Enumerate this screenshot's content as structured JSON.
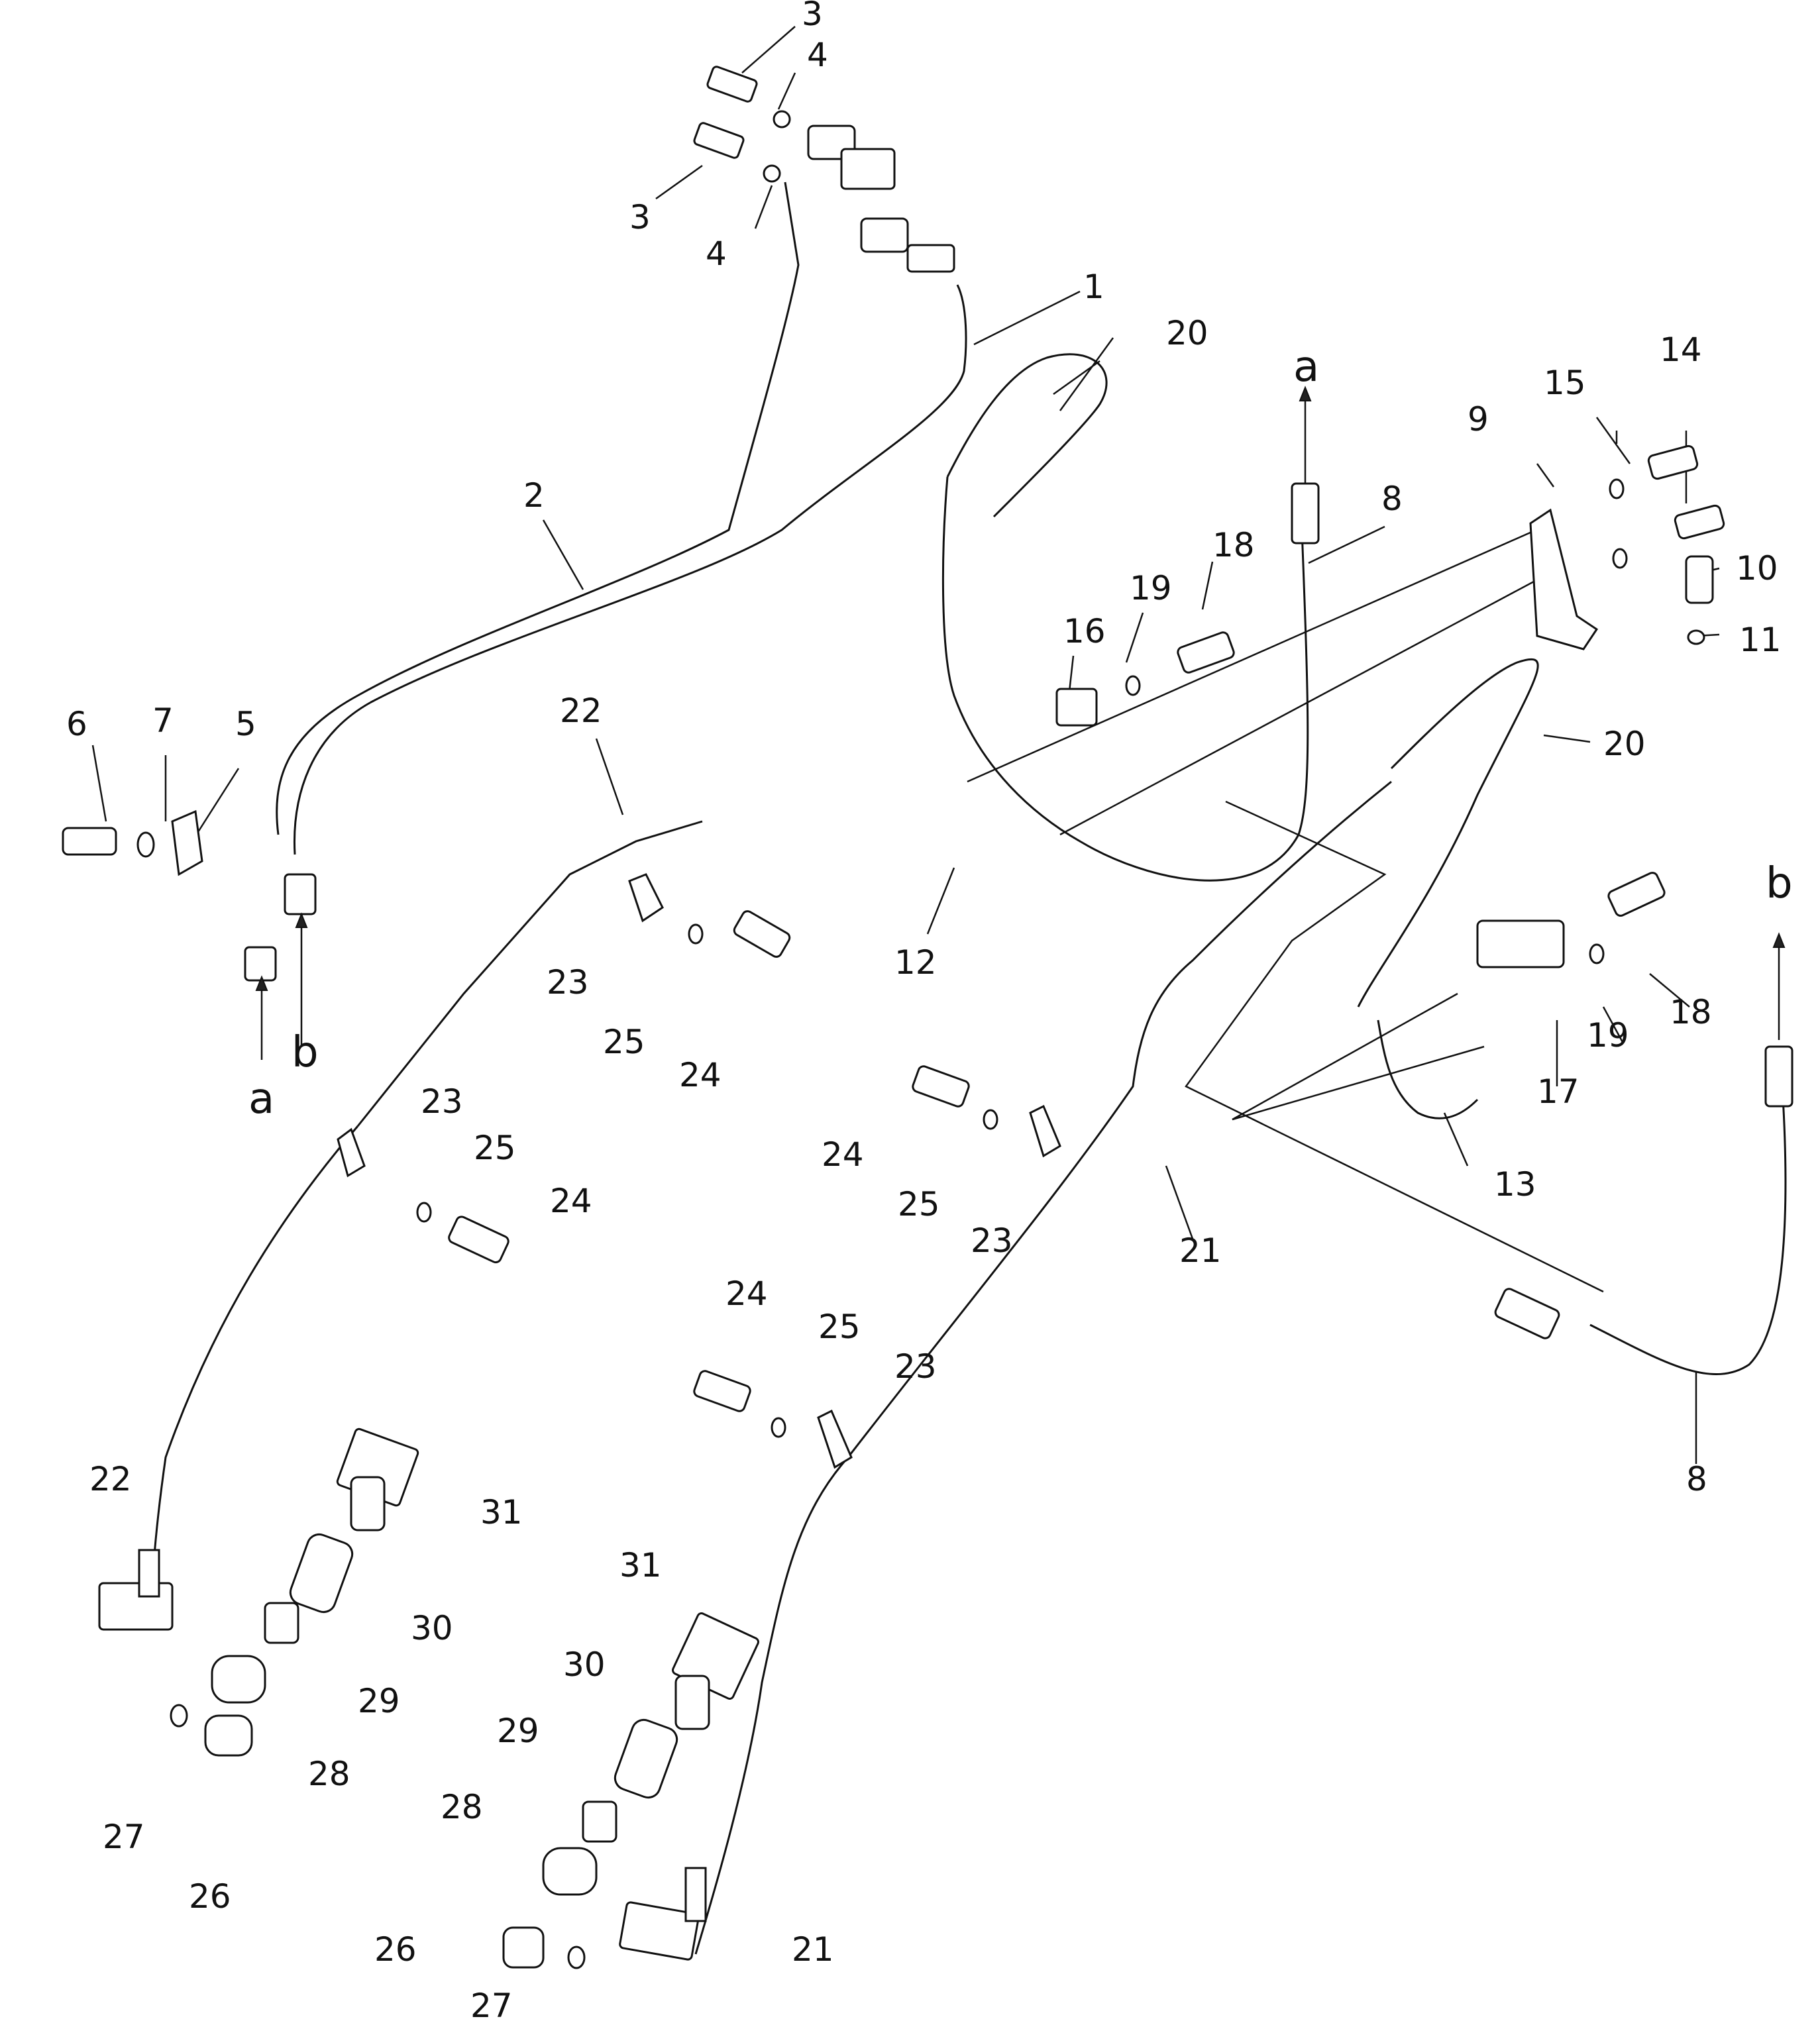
{
  "diagram": {
    "type": "exploded-parts-diagram",
    "callouts": [
      {
        "id": "c1",
        "text": "1"
      },
      {
        "id": "c2",
        "text": "2"
      },
      {
        "id": "c3a",
        "text": "3"
      },
      {
        "id": "c3b",
        "text": "3"
      },
      {
        "id": "c4a",
        "text": "4"
      },
      {
        "id": "c4b",
        "text": "4"
      },
      {
        "id": "c5",
        "text": "5"
      },
      {
        "id": "c6",
        "text": "6"
      },
      {
        "id": "c7",
        "text": "7"
      },
      {
        "id": "c8a",
        "text": "8"
      },
      {
        "id": "c8b",
        "text": "8"
      },
      {
        "id": "c9",
        "text": "9"
      },
      {
        "id": "c10",
        "text": "10"
      },
      {
        "id": "c11",
        "text": "11"
      },
      {
        "id": "c12",
        "text": "12"
      },
      {
        "id": "c13",
        "text": "13"
      },
      {
        "id": "c14",
        "text": "14"
      },
      {
        "id": "c15",
        "text": "15"
      },
      {
        "id": "c16",
        "text": "16"
      },
      {
        "id": "c17",
        "text": "17"
      },
      {
        "id": "c18a",
        "text": "18"
      },
      {
        "id": "c18b",
        "text": "18"
      },
      {
        "id": "c19a",
        "text": "19"
      },
      {
        "id": "c19b",
        "text": "19"
      },
      {
        "id": "c20a",
        "text": "20"
      },
      {
        "id": "c20b",
        "text": "20"
      },
      {
        "id": "c21a",
        "text": "21"
      },
      {
        "id": "c21b",
        "text": "21"
      },
      {
        "id": "c22a",
        "text": "22"
      },
      {
        "id": "c22b",
        "text": "22"
      },
      {
        "id": "c23a",
        "text": "23"
      },
      {
        "id": "c23b",
        "text": "23"
      },
      {
        "id": "c23c",
        "text": "23"
      },
      {
        "id": "c23d",
        "text": "23"
      },
      {
        "id": "c24a",
        "text": "24"
      },
      {
        "id": "c24b",
        "text": "24"
      },
      {
        "id": "c24c",
        "text": "24"
      },
      {
        "id": "c24d",
        "text": "24"
      },
      {
        "id": "c25a",
        "text": "25"
      },
      {
        "id": "c25b",
        "text": "25"
      },
      {
        "id": "c25c",
        "text": "25"
      },
      {
        "id": "c25d",
        "text": "25"
      },
      {
        "id": "c26a",
        "text": "26"
      },
      {
        "id": "c26b",
        "text": "26"
      },
      {
        "id": "c27a",
        "text": "27"
      },
      {
        "id": "c27b",
        "text": "27"
      },
      {
        "id": "c28a",
        "text": "28"
      },
      {
        "id": "c28b",
        "text": "28"
      },
      {
        "id": "c29a",
        "text": "29"
      },
      {
        "id": "c29b",
        "text": "29"
      },
      {
        "id": "c30a",
        "text": "30"
      },
      {
        "id": "c30b",
        "text": "30"
      },
      {
        "id": "c31a",
        "text": "31"
      },
      {
        "id": "c31b",
        "text": "31"
      }
    ],
    "connection_markers": [
      {
        "id": "m-a-top",
        "text": "a"
      },
      {
        "id": "m-a-left",
        "text": "a"
      },
      {
        "id": "m-b-left",
        "text": "b"
      },
      {
        "id": "m-b-right",
        "text": "b"
      }
    ]
  }
}
